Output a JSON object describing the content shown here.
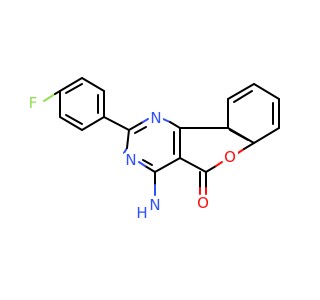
{
  "molecule": {
    "atoms": {
      "fluorine": {
        "label": "F",
        "color": "#90e050"
      },
      "n_top": {
        "label": "N",
        "color": "#3050f8"
      },
      "n_left": {
        "label": "N",
        "color": "#3050f8"
      },
      "ring_oxygen": {
        "label": "O",
        "color": "#ff0d0d"
      },
      "carbonyl_oxygen": {
        "label": "O",
        "color": "#ff0d0d"
      },
      "amino_h": {
        "label": "H",
        "color": "#3050f8"
      },
      "amino_n": {
        "label": "N",
        "color": "#3050f8"
      }
    },
    "bond_color": "#000000"
  }
}
